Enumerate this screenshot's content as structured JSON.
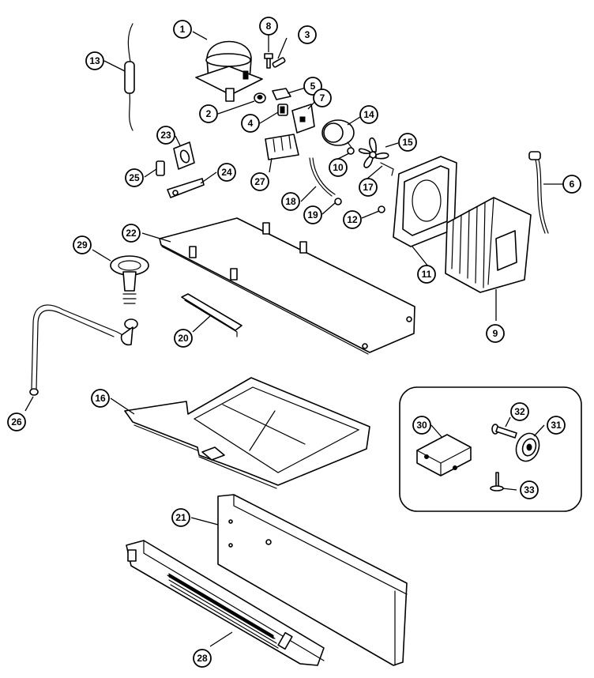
{
  "diagram": {
    "labels": [
      "1",
      "2",
      "3",
      "4",
      "5",
      "6",
      "7",
      "8",
      "9",
      "10",
      "11",
      "12",
      "13",
      "14",
      "15",
      "16",
      "17",
      "18",
      "19",
      "20",
      "21",
      "22",
      "23",
      "24",
      "25",
      "26",
      "27",
      "28",
      "29",
      "30",
      "31",
      "32",
      "33"
    ]
  }
}
